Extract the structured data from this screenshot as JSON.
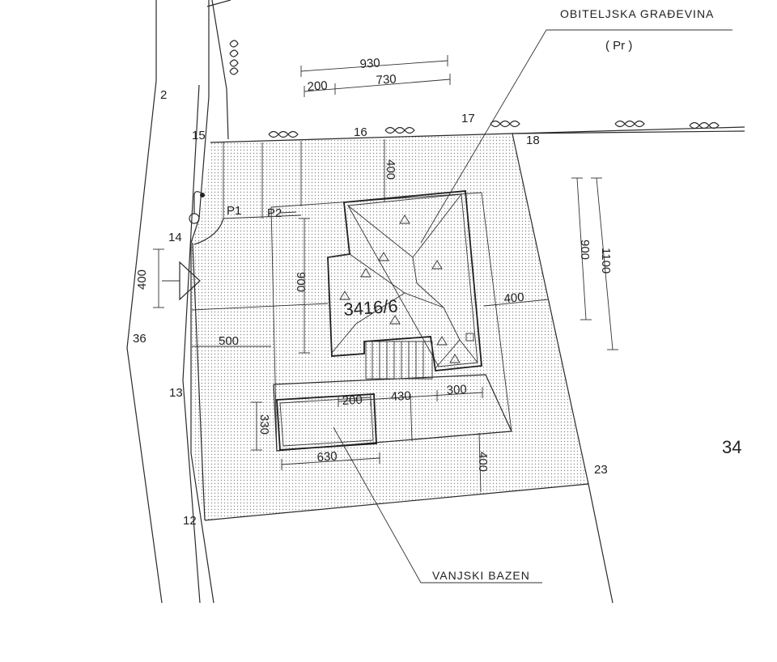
{
  "labels": {
    "main_building": "OBITELJSKA GRAĐEVINA",
    "main_building_code": "( Pr )",
    "pool": "VANJSKI BAZEN",
    "parcel": "3416/6",
    "neighbor_parcel": "34",
    "parking_1": "P1",
    "parking_2": "P2"
  },
  "points": {
    "p2": "2",
    "p12": "12",
    "p13": "13",
    "p14": "14",
    "p15": "15",
    "p16": "16",
    "p17": "17",
    "p18": "18",
    "p23": "23",
    "p36": "36"
  },
  "dimensions": {
    "d930": "930",
    "d200_top": "200",
    "d730": "730",
    "d400_top": "400",
    "d900_inner": "900",
    "d900_right": "900",
    "d1100": "1100",
    "d400_right": "400",
    "d400_left": "400",
    "d500": "500",
    "d200_pool": "200",
    "d430": "430",
    "d300": "300",
    "d330": "330",
    "d630": "630",
    "d400_bottom": "400"
  },
  "colors": {
    "line": "#2a2a2a",
    "hatch_dot": "#8a8a8a",
    "paper": "#ffffff"
  }
}
